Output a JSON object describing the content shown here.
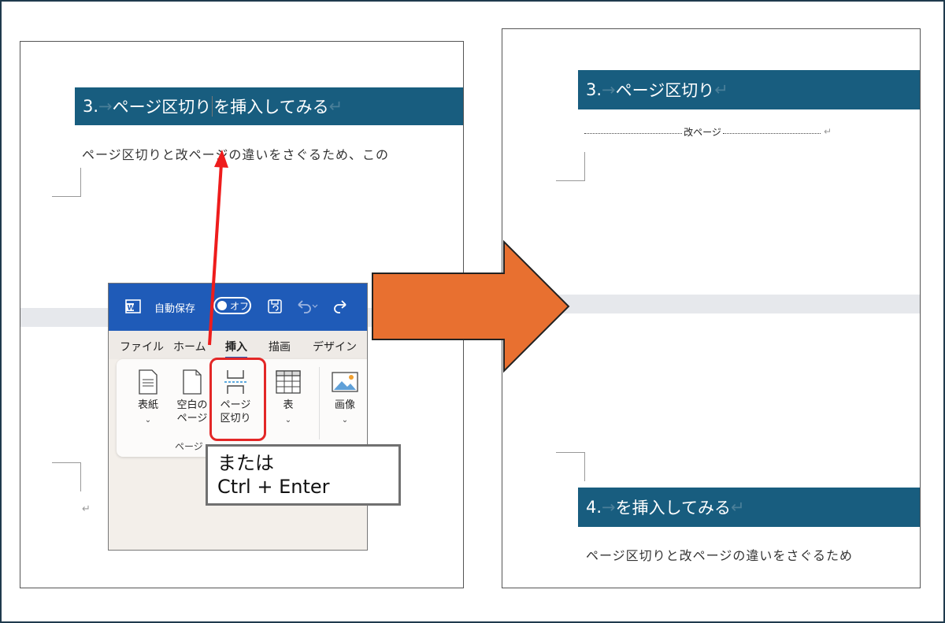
{
  "left_page": {
    "heading_prefix": "3.",
    "heading_tab": "→",
    "heading_before_caret": "ページ区切り",
    "heading_after_caret": "を挿入してみる",
    "heading_end_mark": "↵",
    "body_text": "ページ区切りと改ページの違いをさぐるため、この",
    "empty_para_mark": "↵"
  },
  "ribbon": {
    "app_icon": "word-icon",
    "autosave_label": "自動保存",
    "autosave_state": "オフ",
    "save_icon": "save-icon",
    "undo_icon": "undo-icon",
    "redo_icon": "redo-icon",
    "tabs": [
      "ファイル",
      "ホーム",
      "挿入",
      "描画",
      "デザイン"
    ],
    "active_tab": "挿入",
    "buttons": [
      {
        "line1": "表紙",
        "line2": "",
        "chevron": "⌄",
        "icon": "cover-page-icon"
      },
      {
        "line1": "空白の",
        "line2": "ページ",
        "chevron": "",
        "icon": "blank-page-icon"
      },
      {
        "line1": "ページ",
        "line2": "区切り",
        "chevron": "",
        "icon": "page-break-icon"
      },
      {
        "line1": "表",
        "line2": "",
        "chevron": "⌄",
        "icon": "table-icon"
      },
      {
        "line1": "画像",
        "line2": "",
        "chevron": "⌄",
        "icon": "picture-icon"
      }
    ],
    "group_label": "ページ",
    "highlight_color": "#e32727"
  },
  "callout": {
    "line1": "または",
    "line2": "Ctrl + Enter"
  },
  "right_page": {
    "heading1_prefix": "3.",
    "heading1_tab": "→",
    "heading1_text": "ページ区切り",
    "heading1_end_mark": "↵",
    "page_break_label": "改ページ",
    "page_break_end_mark": "↵",
    "heading2_prefix": "4.",
    "heading2_tab": "→",
    "heading2_text": "を挿入してみる",
    "heading2_end_mark": "↵",
    "body_text": "ページ区切りと改ページの違いをさぐるため"
  },
  "colors": {
    "heading_bg": "#185d7f",
    "arrow_orange": "#e87030",
    "pointer_red": "#ee1c1c",
    "titlebar_blue": "#1f5bb8"
  }
}
